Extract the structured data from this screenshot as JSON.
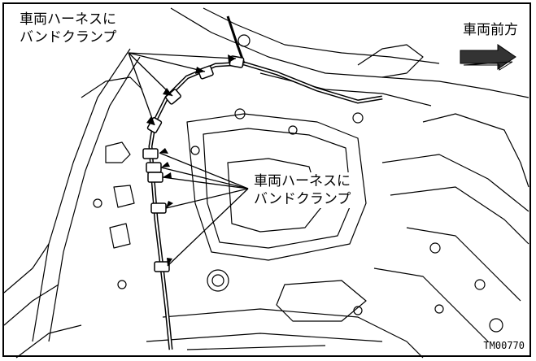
{
  "callouts": {
    "upper": {
      "line1": "車両ハーネスに",
      "line2": "バンドクランプ"
    },
    "lower": {
      "line1": "車両ハーネスに",
      "line2": "バンドクランプ"
    }
  },
  "direction_label": "車両前方",
  "figure_code": "TM00770",
  "colors": {
    "line": "#000000",
    "arrow": "#333333",
    "background": "#ffffff"
  },
  "icons": {
    "direction": "forward-arrow-icon"
  }
}
